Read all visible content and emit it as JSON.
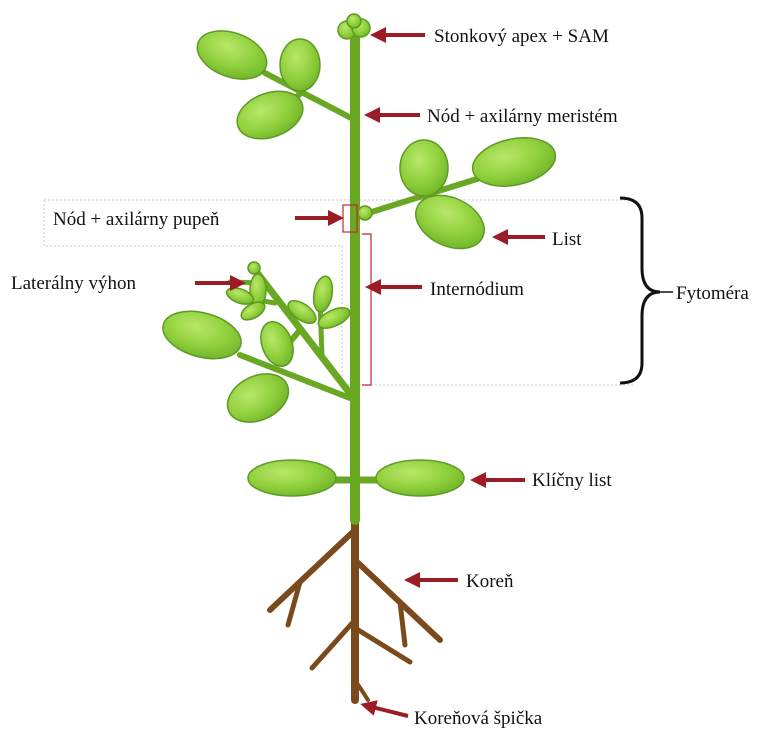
{
  "labels": {
    "shoot_apex": "Stonkový apex + SAM",
    "node_axillary_meristem": "Nód + axilárny meristém",
    "node_axillary_bud": "Nód + axilárny pupeň",
    "leaf": "List",
    "lateral_shoot": "Laterálny výhon",
    "phytomer": "Fytoméra",
    "internode": "Internódium",
    "cotyledon": "Klíčny list",
    "root": "Koreň",
    "root_tip": "Koreňová špička"
  },
  "colors": {
    "leaf_fill": "#8fcf3c",
    "leaf_stroke": "#5e9a22",
    "stem": "#6aa823",
    "root": "#7a4a1c",
    "arrow": "#9b1c24"
  }
}
